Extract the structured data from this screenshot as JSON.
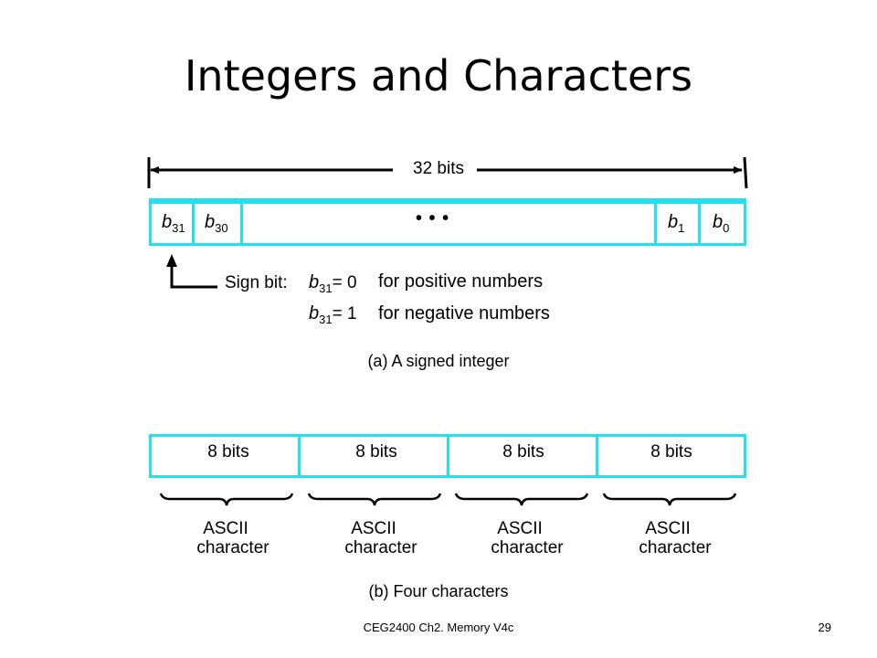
{
  "title": "Integers and Characters",
  "signed": {
    "width_label": "32 bits",
    "cells": [
      {
        "var": "b",
        "index": "31"
      },
      {
        "var": "b",
        "index": "30"
      },
      {
        "var": "b",
        "index": "1"
      },
      {
        "var": "b",
        "index": "0"
      }
    ],
    "ellipsis": "• • •",
    "sign_label": "Sign bit:",
    "rule_positive": {
      "var": "b",
      "index": "31",
      "eq": "= 0",
      "text": "for positive numbers"
    },
    "rule_negative": {
      "var": "b",
      "index": "31",
      "eq": "= 1",
      "text": "for negative numbers"
    },
    "caption": "(a) A signed integer"
  },
  "chars": {
    "bytes": [
      "8 bits",
      "8 bits",
      "8 bits",
      "8 bits"
    ],
    "labels": [
      {
        "line1": "ASCII",
        "line2": "character"
      },
      {
        "line1": "ASCII",
        "line2": "character"
      },
      {
        "line1": "ASCII",
        "line2": "character"
      },
      {
        "line1": "ASCII",
        "line2": "character"
      }
    ],
    "caption": "(b) Four characters"
  },
  "footer": {
    "course": "CEG2400 Ch2. Memory V4c",
    "page": "29"
  },
  "colors": {
    "cell_border": "#22e0f0",
    "ink": "#000000"
  }
}
